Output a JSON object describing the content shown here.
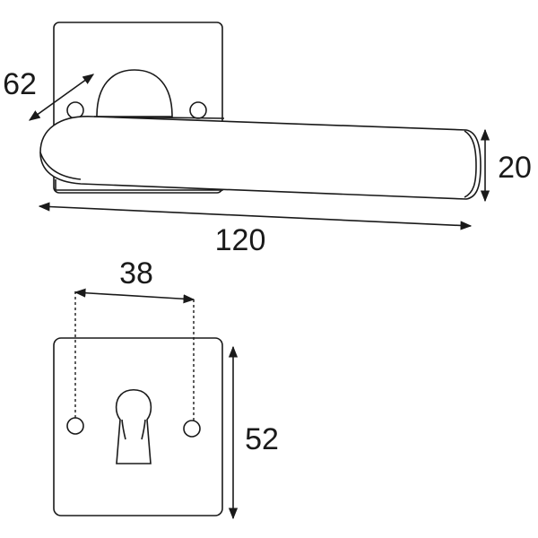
{
  "dimensions": {
    "rose_diameter": "62",
    "lever_length": "120",
    "lever_height": "20",
    "hole_spacing": "38",
    "escutcheon_height": "52"
  }
}
